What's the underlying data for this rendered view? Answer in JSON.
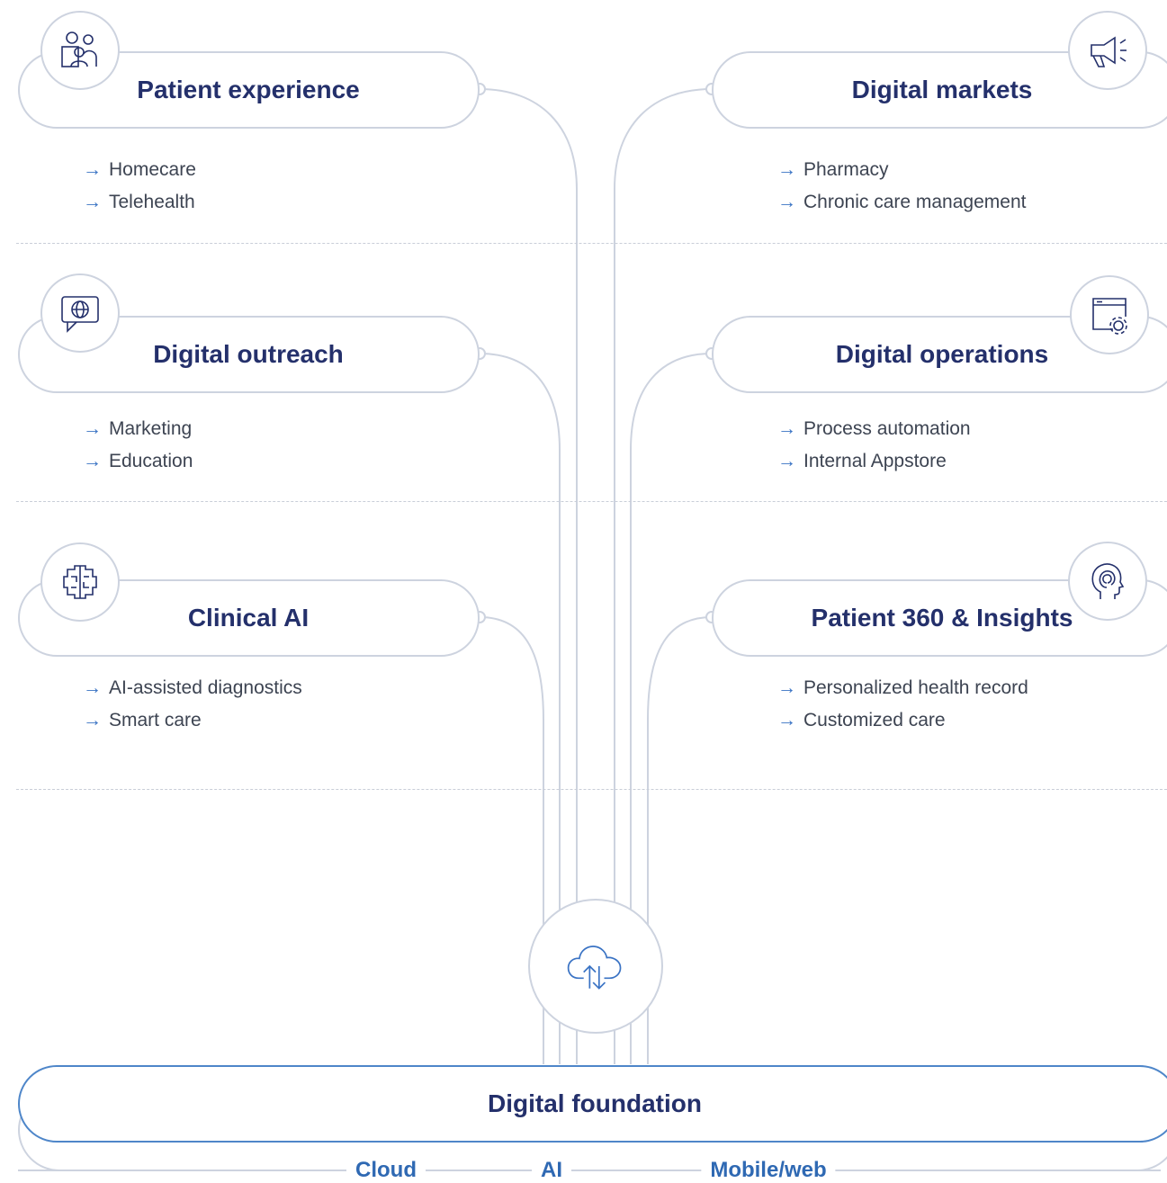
{
  "categories": [
    {
      "title": "Patient experience",
      "icon": "patient-group-icon",
      "items": [
        "Homecare",
        "Telehealth"
      ]
    },
    {
      "title": "Digital markets",
      "icon": "megaphone-icon",
      "items": [
        "Pharmacy",
        "Chronic care management"
      ]
    },
    {
      "title": "Digital outreach",
      "icon": "chat-globe-icon",
      "items": [
        "Marketing",
        "Education"
      ]
    },
    {
      "title": "Digital operations",
      "icon": "browser-gear-icon",
      "items": [
        "Process automation",
        "Internal Appstore"
      ]
    },
    {
      "title": "Clinical AI",
      "icon": "circuit-brain-icon",
      "items": [
        "AI-assisted diagnostics",
        "Smart care"
      ]
    },
    {
      "title": "Patient 360 & Insights",
      "icon": "head-insight-icon",
      "items": [
        "Personalized health record",
        "Customized care"
      ]
    }
  ],
  "hub": {
    "icon": "cloud-sync-icon"
  },
  "foundation": {
    "title": "Digital foundation",
    "technologies": [
      "Cloud",
      "AI",
      "Mobile/web"
    ]
  },
  "arrow_glyph": "→",
  "colors": {
    "title": "#24306b",
    "accent": "#2f69b3",
    "arrow": "#3a73c4",
    "line": "#cdd3df",
    "foundation_border": "#4e86c9"
  }
}
